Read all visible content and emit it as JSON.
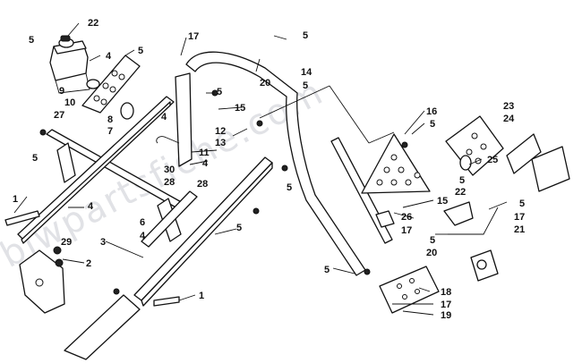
{
  "watermark": "blwpartsfiche.com",
  "callouts": [
    {
      "id": "c-22a",
      "text": "22"
    },
    {
      "id": "c-5a",
      "text": "5"
    },
    {
      "id": "c-4a",
      "text": "4"
    },
    {
      "id": "c-5b",
      "text": "5"
    },
    {
      "id": "c-9",
      "text": "9"
    },
    {
      "id": "c-10",
      "text": "10"
    },
    {
      "id": "c-27",
      "text": "27"
    },
    {
      "id": "c-8",
      "text": "8"
    },
    {
      "id": "c-7",
      "text": "7"
    },
    {
      "id": "c-4b",
      "text": "4"
    },
    {
      "id": "c-17a",
      "text": "17"
    },
    {
      "id": "c-5c",
      "text": "5"
    },
    {
      "id": "c-14",
      "text": "14"
    },
    {
      "id": "c-20a",
      "text": "20"
    },
    {
      "id": "c-5d",
      "text": "5"
    },
    {
      "id": "c-5e",
      "text": "5"
    },
    {
      "id": "c-15a",
      "text": "15"
    },
    {
      "id": "c-12",
      "text": "12"
    },
    {
      "id": "c-13",
      "text": "13"
    },
    {
      "id": "c-11",
      "text": "11"
    },
    {
      "id": "c-4c",
      "text": "4"
    },
    {
      "id": "c-30",
      "text": "30"
    },
    {
      "id": "c-28a",
      "text": "28"
    },
    {
      "id": "c-28b",
      "text": "28"
    },
    {
      "id": "c-5f",
      "text": "5"
    },
    {
      "id": "c-1a",
      "text": "1"
    },
    {
      "id": "c-4d",
      "text": "4"
    },
    {
      "id": "c-6",
      "text": "6"
    },
    {
      "id": "c-4e",
      "text": "4"
    },
    {
      "id": "c-5g",
      "text": "5"
    },
    {
      "id": "c-29",
      "text": "29"
    },
    {
      "id": "c-3",
      "text": "3"
    },
    {
      "id": "c-2",
      "text": "2"
    },
    {
      "id": "c-1b",
      "text": "1"
    },
    {
      "id": "c-5h",
      "text": "5"
    },
    {
      "id": "c-16",
      "text": "16"
    },
    {
      "id": "c-5i",
      "text": "5"
    },
    {
      "id": "c-23",
      "text": "23"
    },
    {
      "id": "c-24",
      "text": "24"
    },
    {
      "id": "c-25",
      "text": "25"
    },
    {
      "id": "c-5j",
      "text": "5"
    },
    {
      "id": "c-22b",
      "text": "22"
    },
    {
      "id": "c-15b",
      "text": "15"
    },
    {
      "id": "c-5k",
      "text": "5"
    },
    {
      "id": "c-17b",
      "text": "17"
    },
    {
      "id": "c-21",
      "text": "21"
    },
    {
      "id": "c-26",
      "text": "26"
    },
    {
      "id": "c-17c",
      "text": "17"
    },
    {
      "id": "c-5l",
      "text": "5"
    },
    {
      "id": "c-20b",
      "text": "20"
    },
    {
      "id": "c-5m",
      "text": "5"
    },
    {
      "id": "c-18",
      "text": "18"
    },
    {
      "id": "c-17d",
      "text": "17"
    },
    {
      "id": "c-19",
      "text": "19"
    }
  ]
}
